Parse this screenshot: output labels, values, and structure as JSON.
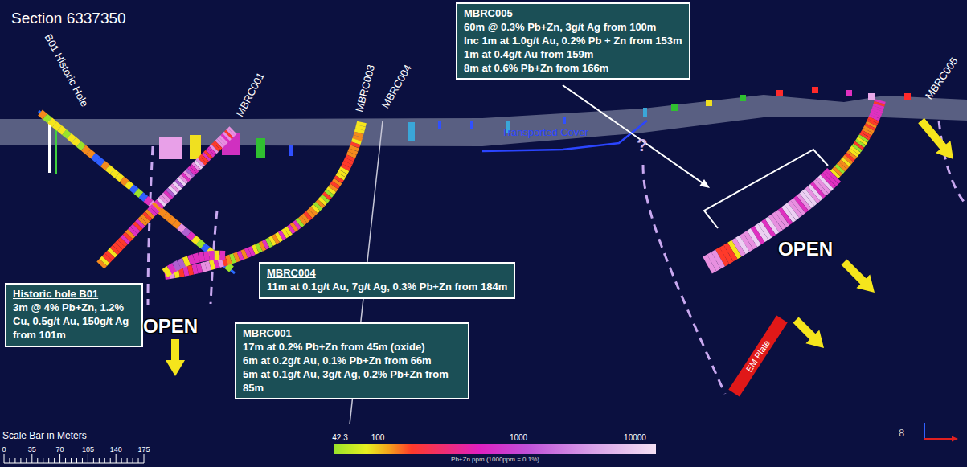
{
  "diagram": {
    "title": "Section 6337350",
    "nodes": [
      {
        "text": [
          "MBRC005",
          "60m @ 0.3% Pb+Zn, 3g/t Ag from 100m",
          "Inc 1m at 1.0g/t Au, 0.2% Pb + Zn from 153m",
          "1m at 0.4g/t Au from 159m",
          "8m at 0.6% Pb+Zn from 166m"
        ]
      },
      {
        "text": [
          "Historic hole B01",
          "3m @ 4% Pb+Zn, 1.2% Cu, 0.5g/t Au, 150g/t Ag from 101m"
        ]
      },
      {
        "text": [
          "MBRC004",
          "11m at 0.1g/t Au, 7g/t Ag, 0.3% Pb+Zn from 184m"
        ]
      },
      {
        "text": [
          "MBRC001",
          "17m at 0.2% Pb+Zn from 45m (oxide)",
          "6m at 0.2g/t Au, 0.1% Pb+Zn from 66m",
          "5m at 0.1g/t Au, 3g/t Ag, 0.2% Pb+Zn from 85m"
        ]
      }
    ],
    "labels": [
      "B01 Historic Hole",
      "MBRC001",
      "MBRC003",
      "MBRC004",
      "MBRC005",
      "Transported Cover",
      "?",
      "OPEN",
      "OPEN",
      "EM Plate",
      "Scale Bar in Meters",
      "0",
      "35",
      "70",
      "105",
      "140",
      "175",
      "42.3",
      "100",
      "1000",
      "10000",
      "Pb+Zn ppm (1000ppm = 0.1%)",
      "8"
    ]
  }
}
